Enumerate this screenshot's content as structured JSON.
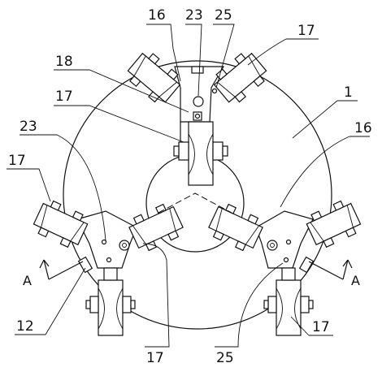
{
  "labels": {
    "l16_top": "16",
    "l23_top": "23",
    "l25_top": "25",
    "l17_top_right": "17",
    "l18": "18",
    "l17_mid_left": "17",
    "l1": "1",
    "l23_left": "23",
    "l16_right": "16",
    "l17_left": "17",
    "a_left": "A",
    "a_right": "A",
    "l12": "12",
    "l17_bottom_right": "17",
    "l17_bottom_left": "17",
    "l25_bottom": "25"
  }
}
